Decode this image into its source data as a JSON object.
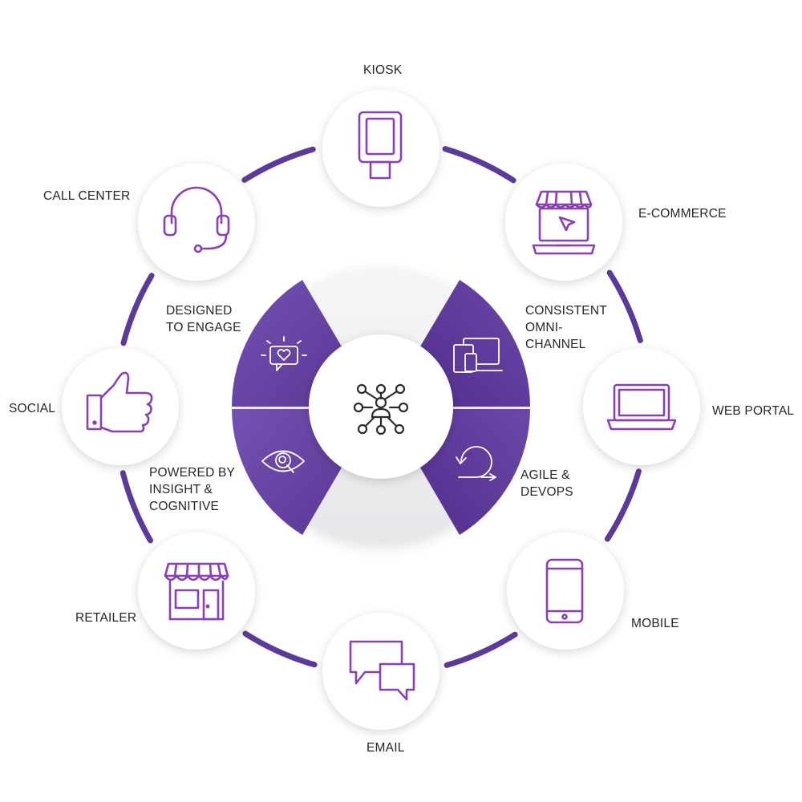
{
  "center": {
    "icon": "network-people-icon"
  },
  "channels": [
    {
      "id": "kiosk",
      "label": "KIOSK",
      "icon": "kiosk-icon"
    },
    {
      "id": "ecommerce",
      "label": "E-COMMERCE",
      "icon": "storefront-laptop-icon"
    },
    {
      "id": "web-portal",
      "label": "WEB PORTAL",
      "icon": "laptop-icon"
    },
    {
      "id": "mobile",
      "label": "MOBILE",
      "icon": "smartphone-icon"
    },
    {
      "id": "email",
      "label": "EMAIL",
      "icon": "chat-bubbles-icon"
    },
    {
      "id": "retailer",
      "label": "RETAILER",
      "icon": "shop-icon"
    },
    {
      "id": "social",
      "label": "SOCIAL",
      "icon": "thumbs-up-icon"
    },
    {
      "id": "call-center",
      "label": "CALL CENTER",
      "icon": "headset-icon"
    }
  ],
  "pillars": [
    {
      "id": "designed-to-engage",
      "label": "DESIGNED\nTO ENGAGE",
      "icon": "heart-speech-bubble-icon"
    },
    {
      "id": "consistent-omni",
      "label": "CONSISTENT\nOMNI-\nCHANNEL",
      "icon": "multi-device-icon"
    },
    {
      "id": "agile-devops",
      "label": "AGILE &\nDEVOPS",
      "icon": "cycle-arrow-icon"
    },
    {
      "id": "powered-by-insight",
      "label": "POWERED BY\nINSIGHT &\nCOGNITIVE",
      "icon": "eye-magnifier-icon"
    }
  ],
  "colors": {
    "accent": "#5e3a99",
    "accent_light": "#7050b0",
    "ring_line": "#5b3a9a",
    "icon_stroke": "#8a3fb5",
    "circle_fill": "#ffffff"
  }
}
